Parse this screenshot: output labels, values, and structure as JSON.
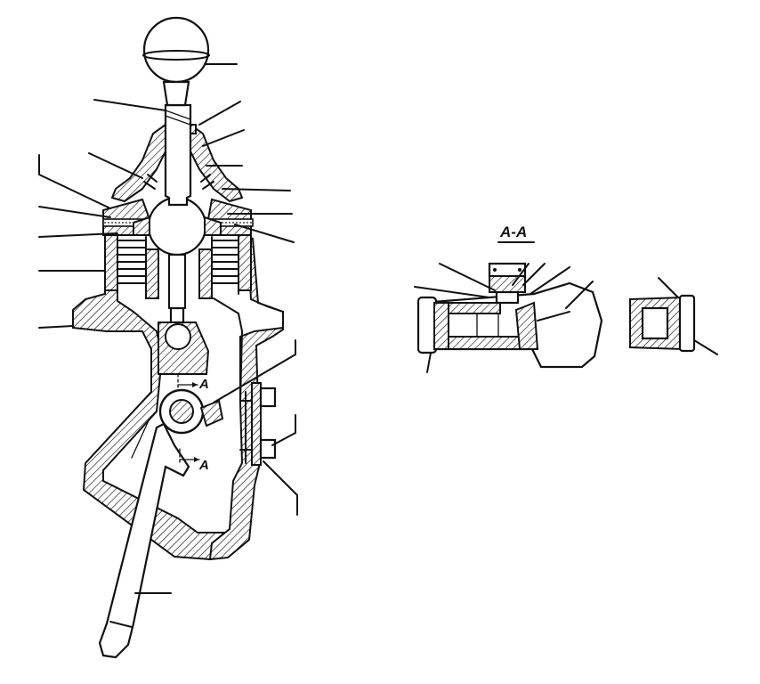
{
  "section_title": "A-A",
  "section_mark_upper": "A",
  "section_mark_lower": "A"
}
